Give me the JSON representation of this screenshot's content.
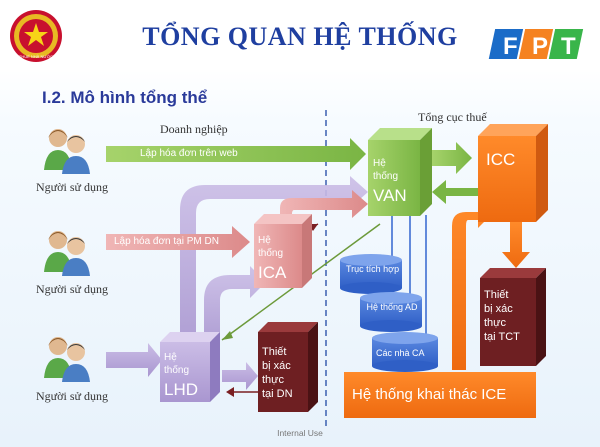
{
  "header": {
    "title": "TỔNG QUAN HỆ THỐNG",
    "seal_text": "THUẾ NHÀ NƯỚC",
    "logo_text": "FPT"
  },
  "subtitle": "I.2. Mô hình tổng thể",
  "zones": {
    "enterprise": "Doanh nghiệp",
    "tax": "Tổng cục thuế"
  },
  "users": [
    {
      "label": "Người sử dụng"
    },
    {
      "label": "Người sử dụng"
    },
    {
      "label": "Người sử dụng"
    }
  ],
  "flows": {
    "web": "Lập hóa đơn trên web",
    "pm_dn": "Lập hóa đơn tại PM DN"
  },
  "systems": {
    "van": {
      "line1": "Hệ",
      "line2": "thống",
      "name": "VAN"
    },
    "icc": {
      "name": "ICC"
    },
    "ica": {
      "line1": "Hệ",
      "line2": "thống",
      "name": "ICA"
    },
    "lhd": {
      "line1": "Hệ",
      "line2": "thống",
      "name": "LHD"
    },
    "device_tct": {
      "lines": [
        "Thiết",
        "bị xác",
        "thực",
        "tại TCT"
      ]
    },
    "device_dn": {
      "lines": [
        "Thiết",
        "bị xác",
        "thực",
        "tại DN"
      ]
    },
    "ice": {
      "name": "Hệ thống khai thác ICE"
    }
  },
  "databases": {
    "central": "Trục tích hợp",
    "ad": "Hệ thống AD",
    "ca": "Các nhà CA"
  },
  "footer": "Internal Use",
  "colors": {
    "green": "#8cc152",
    "orange": "#f5781e",
    "pink": "#e59a9a",
    "lavender": "#b7a6d8",
    "darkred": "#6e1f22",
    "blue_db": "#3f6fd2",
    "title": "#1f3fa0"
  }
}
